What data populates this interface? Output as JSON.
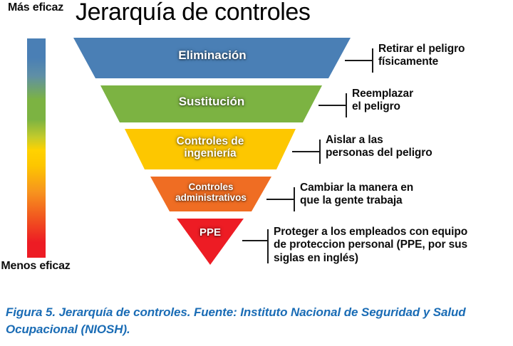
{
  "title": "Jerarquía de controles",
  "scale": {
    "top_label": "Más\neficaz",
    "bottom_label": "Menos\neficaz",
    "gradient_top_color": "#4a7fb5",
    "gradient_bottom_color": "#ed1c24"
  },
  "levels": [
    {
      "id": "eliminacion",
      "label": "Eliminación",
      "color": "#4a7fb5",
      "description": "Retirar el peligro\nfísicamente"
    },
    {
      "id": "sustitucion",
      "label": "Sustitución",
      "color": "#7cb342",
      "description": "Reemplazar\nel peligro"
    },
    {
      "id": "controles-de-ingenieria",
      "label": "Controles de\ningeniería",
      "color": "#fdc700",
      "description": "Aislar a las\npersonas del peligro"
    },
    {
      "id": "controles-administrativos",
      "label": "Controles\nadministrativos",
      "color": "#ef6d23",
      "description": "Cambiar la manera en\nque la gente trabaja"
    },
    {
      "id": "ppe",
      "label": "PPE",
      "color": "#ed1c24",
      "description": "Proteger a los empleados con equipo\nde proteccion personal (PPE, por sus\nsiglas en inglés)"
    }
  ],
  "caption": "Figura 5. Jerarquía de controles. Fuente: Instituto Nacional de Seguridad y Salud Ocupacional (NIOSH).",
  "caption_color": "#1a6cb5"
}
